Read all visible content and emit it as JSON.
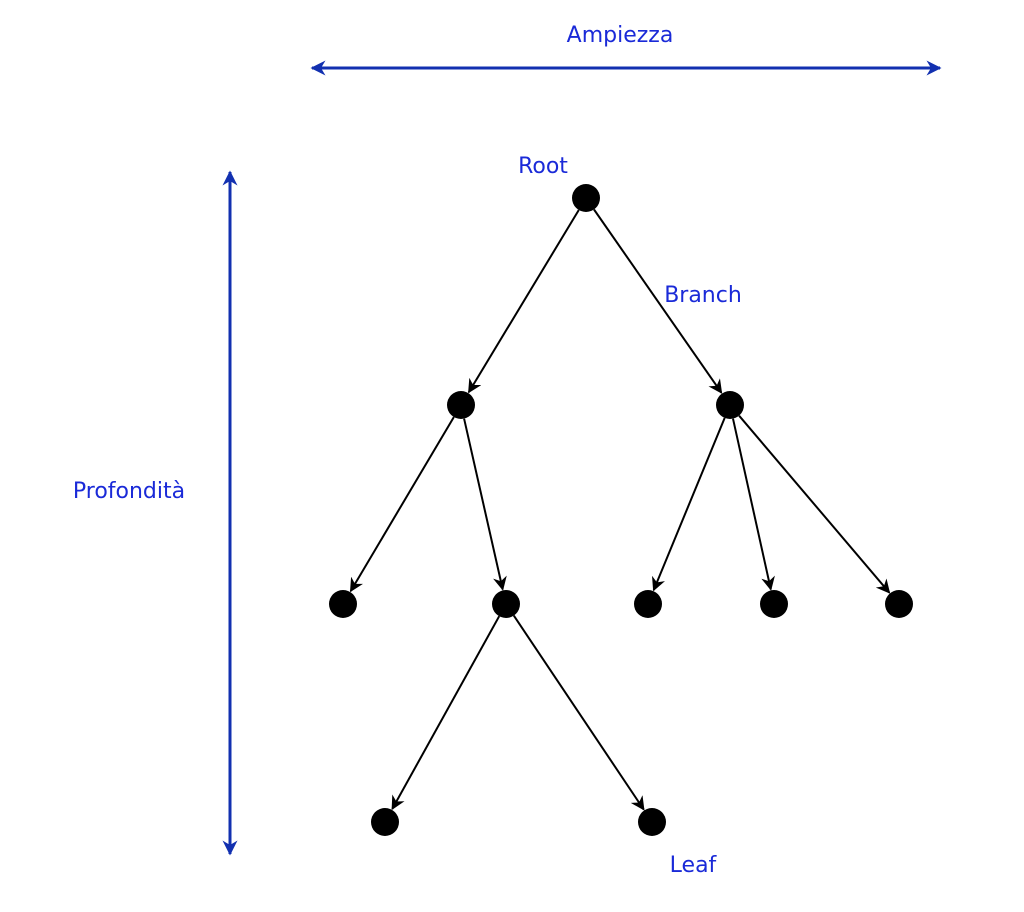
{
  "labels": {
    "breadth": "Ampiezza",
    "depth": "Profondità",
    "root": "Root",
    "branch": "Branch",
    "leaf": "Leaf"
  },
  "colors": {
    "label": "#1a2ad8",
    "dimension_arrow": "#1230b0",
    "tree": "#000000"
  },
  "tree": {
    "nodes": [
      "root",
      "a",
      "b",
      "a1",
      "a2",
      "b1",
      "b2",
      "b3",
      "a2x",
      "a2y"
    ],
    "edges": [
      [
        "root",
        "a"
      ],
      [
        "root",
        "b"
      ],
      [
        "a",
        "a1"
      ],
      [
        "a",
        "a2"
      ],
      [
        "b",
        "b1"
      ],
      [
        "b",
        "b2"
      ],
      [
        "b",
        "b3"
      ],
      [
        "a2",
        "a2x"
      ],
      [
        "a2",
        "a2y"
      ]
    ]
  }
}
